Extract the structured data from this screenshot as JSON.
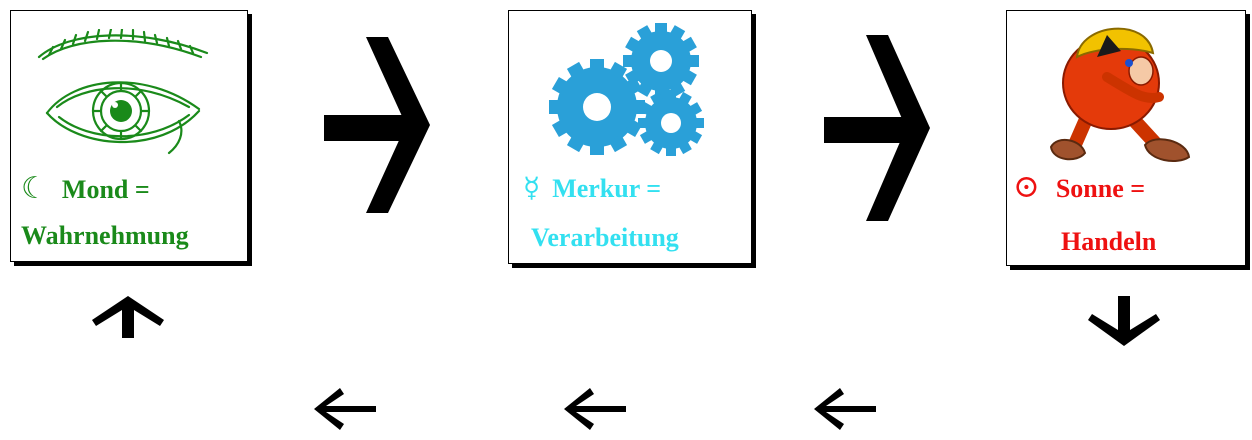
{
  "stages": [
    {
      "id": "mond",
      "symbol": "☾",
      "title": "Mond =",
      "subtitle": "Wahrnehmung",
      "color": "#1a8a1a",
      "icon": "eye-icon"
    },
    {
      "id": "merkur",
      "symbol": "☿",
      "title": "Merkur =",
      "subtitle": "Verarbeitung",
      "color": "#33e0f0",
      "icon": "gears-icon"
    },
    {
      "id": "sonne",
      "symbol": "⊙",
      "title": "Sonne =",
      "subtitle": "Handeln",
      "color": "#ee1111",
      "icon": "walking-figure-icon"
    }
  ],
  "arrows": {
    "forward": "right-chevron-arrow",
    "down": "down-arrow",
    "back": "left-arrow",
    "up": "up-arrow"
  }
}
